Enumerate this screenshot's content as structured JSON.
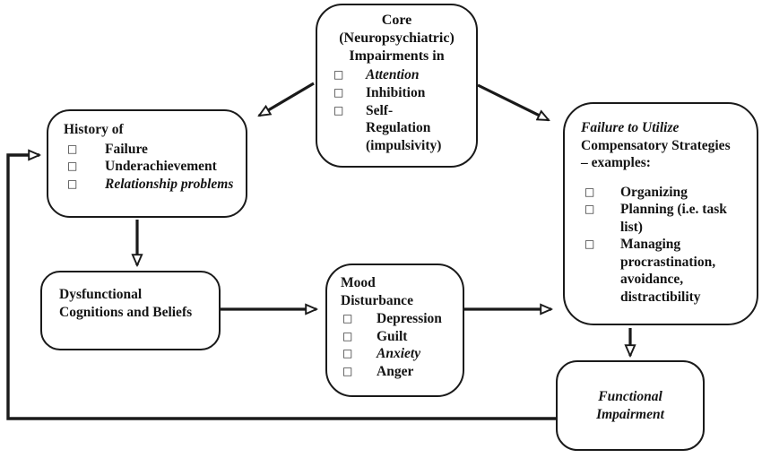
{
  "bullet_glyph": "□",
  "colors": {
    "ink": "#1a1a1a",
    "background": "#ffffff"
  },
  "boxes": {
    "core": {
      "title_lines": [
        "Core",
        "(Neuropsychiatric)",
        "Impairments in"
      ],
      "items": [
        {
          "label": "Attention"
        },
        {
          "label": "Inhibition"
        },
        {
          "label": "Self-Regulation (impulsivity)"
        }
      ]
    },
    "history": {
      "title": "History of",
      "items": [
        {
          "label": "Failure"
        },
        {
          "label": "Underachievement"
        },
        {
          "label": "Relationship problems"
        }
      ]
    },
    "failure": {
      "title_italic": "Failure to Utilize",
      "title_rest": "Compensatory Strategies – examples:",
      "items": [
        {
          "label": "Organizing"
        },
        {
          "label": "Planning (i.e. task list)"
        },
        {
          "label": "Managing procrastination, avoidance, distractibility"
        }
      ]
    },
    "dysfunctional": {
      "title": "Dysfunctional Cognitions and Beliefs"
    },
    "mood": {
      "title": "Mood Disturbance",
      "items": [
        {
          "label": "Depression"
        },
        {
          "label": "Guilt"
        },
        {
          "label": "Anxiety"
        },
        {
          "label": "Anger"
        }
      ]
    },
    "functional": {
      "title": "Functional Impairment"
    }
  }
}
